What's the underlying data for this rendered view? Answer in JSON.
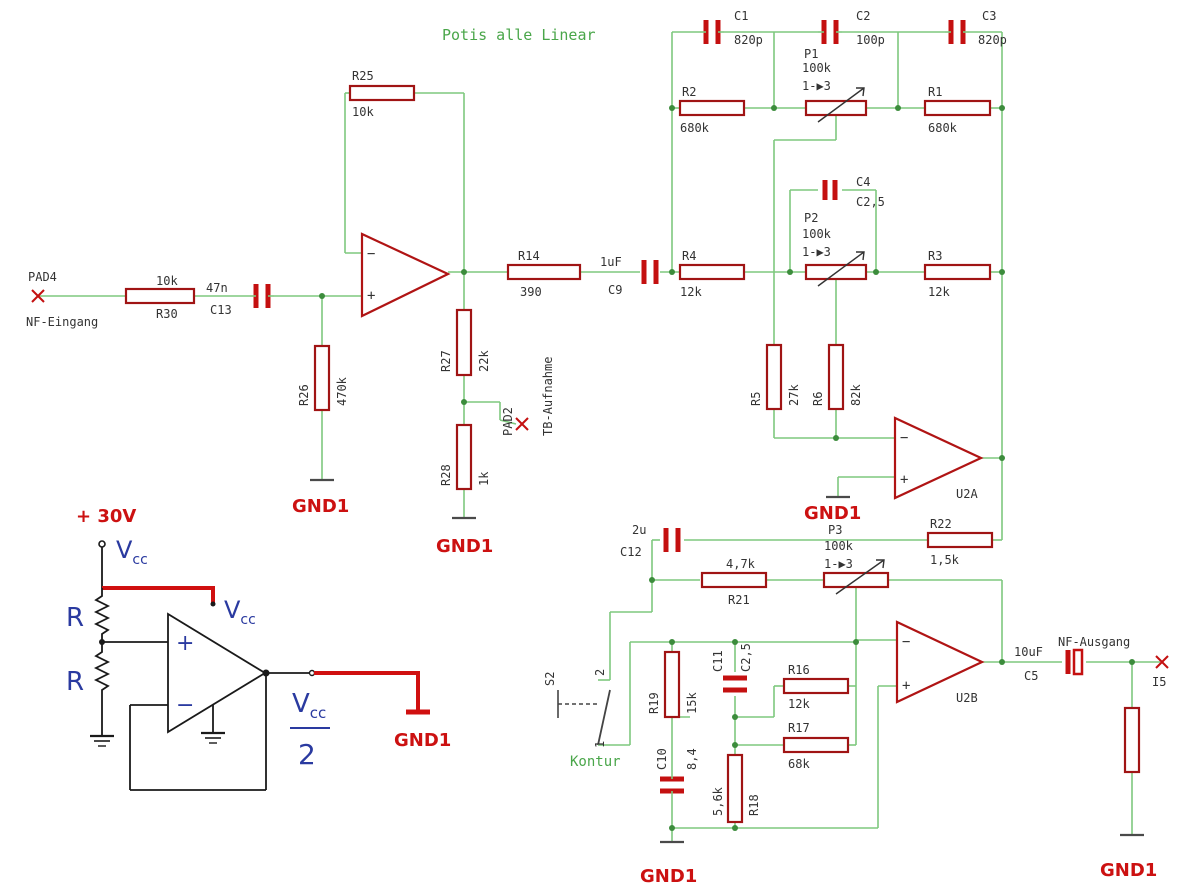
{
  "note": "Potis alle Linear",
  "ports": {
    "in_name": "PAD4",
    "in_label": "NF-Eingang",
    "tb_name": "PAD2",
    "tb_label": "TB-Aufnahme",
    "out_label": "NF-Ausgang",
    "out_num": "I5"
  },
  "components": {
    "R30": {
      "name": "R30",
      "value": "10k"
    },
    "C13": {
      "name": "C13",
      "value": "47n"
    },
    "R26": {
      "name": "R26",
      "value": "470k"
    },
    "R25": {
      "name": "R25",
      "value": "10k"
    },
    "R27": {
      "name": "R27",
      "value": "22k"
    },
    "R28": {
      "name": "R28",
      "value": "1k"
    },
    "R14": {
      "name": "R14",
      "value": "390"
    },
    "C9": {
      "name": "C9",
      "value": "1uF"
    },
    "C1": {
      "name": "C1",
      "value": "820p"
    },
    "C2": {
      "name": "C2",
      "value": "100p"
    },
    "C3": {
      "name": "C3",
      "value": "820p"
    },
    "R2": {
      "name": "R2",
      "value": "680k"
    },
    "P1": {
      "name": "P1",
      "value": "100k",
      "pins": "1-▶3"
    },
    "R1": {
      "name": "R1",
      "value": "680k"
    },
    "C4": {
      "name": "C4",
      "value": "C2,5"
    },
    "R4": {
      "name": "R4",
      "value": "12k"
    },
    "P2": {
      "name": "P2",
      "value": "100k",
      "pins": "1-▶3"
    },
    "R3": {
      "name": "R3",
      "value": "12k"
    },
    "R5": {
      "name": "R5",
      "value": "27k"
    },
    "R6": {
      "name": "R6",
      "value": "82k"
    },
    "U2A": {
      "name": "U2A"
    },
    "C12": {
      "name": "C12",
      "value": "2u"
    },
    "P3": {
      "name": "P3",
      "value": "100k",
      "pins": "1-▶3"
    },
    "R22": {
      "name": "R22",
      "value": "1,5k"
    },
    "R21": {
      "name": "R21",
      "value": "4,7k"
    },
    "U2B": {
      "name": "U2B"
    },
    "C5": {
      "name": "C5",
      "value": "10uF"
    },
    "S2": {
      "name": "S2",
      "pin1": "1",
      "pin2": "2",
      "label": "Kontur"
    },
    "R19": {
      "name": "R19",
      "value": "15k"
    },
    "C11": {
      "name": "C11",
      "value": "C2,5"
    },
    "R16": {
      "name": "R16",
      "value": "12k"
    },
    "R17": {
      "name": "R17",
      "value": "68k"
    },
    "C10": {
      "name": "C10",
      "value": "8,4"
    },
    "R18": {
      "name": "R18",
      "value": "5,6k"
    }
  },
  "ground_label": "GND1",
  "bias_circuit": {
    "supply": "+ 30V",
    "vcc": "V",
    "vcc_sub": "cc",
    "r_top": "R",
    "r_bottom": "R",
    "plus": "+",
    "minus": "−",
    "out_num": "V",
    "out_num_sub": "cc",
    "out_den": "2"
  }
}
